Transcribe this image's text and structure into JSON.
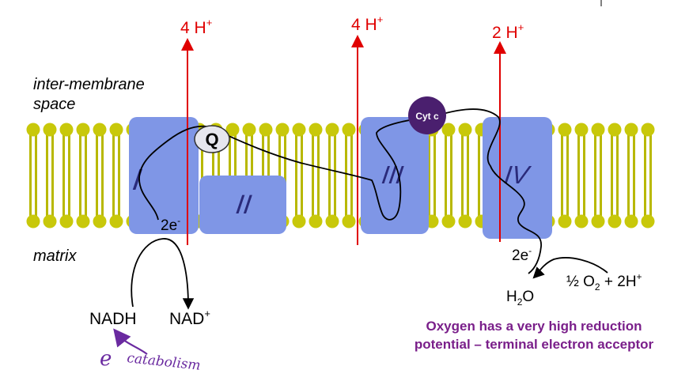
{
  "colors": {
    "lipid": "#c8c80a",
    "lipid_tail": "#b8b800",
    "protein": "#7f96e6",
    "proton": "#e00000",
    "cytc": "#4a1f6e",
    "note": "#7a1f8a",
    "scribble": "#6a2aa0",
    "line": "#000000"
  },
  "labels": {
    "intermembrane_line1": "inter-membrane",
    "intermembrane_line2": "space",
    "matrix": "matrix"
  },
  "complexes": {
    "c1": "I",
    "c2": "II",
    "c3": "III",
    "c4": "IV"
  },
  "carriers": {
    "q": "Q",
    "cyt_c": "Cyt c"
  },
  "protons": {
    "p1": {
      "count": "4 H",
      "sup": "+"
    },
    "p2": {
      "count": "4 H",
      "sup": "+"
    },
    "p3": {
      "count": "2 H",
      "sup": "+"
    }
  },
  "reaction_left": {
    "electrons": "2e",
    "electrons_sup": "-",
    "nadh": "NADH",
    "nad": "NAD",
    "nad_sup": "+"
  },
  "reaction_right": {
    "electrons": "2e",
    "electrons_sup": "-",
    "half": "½ O",
    "o_sub": "2",
    "plus": " + 2H",
    "h_sup": "+",
    "water_h": "H",
    "water_sub": "2",
    "water_o": "O"
  },
  "handwriting": {
    "e": "e",
    "catabolism": "catabolism"
  },
  "note": {
    "line1": "Oxygen has a very high reduction",
    "line2": "potential – terminal electron acceptor"
  }
}
